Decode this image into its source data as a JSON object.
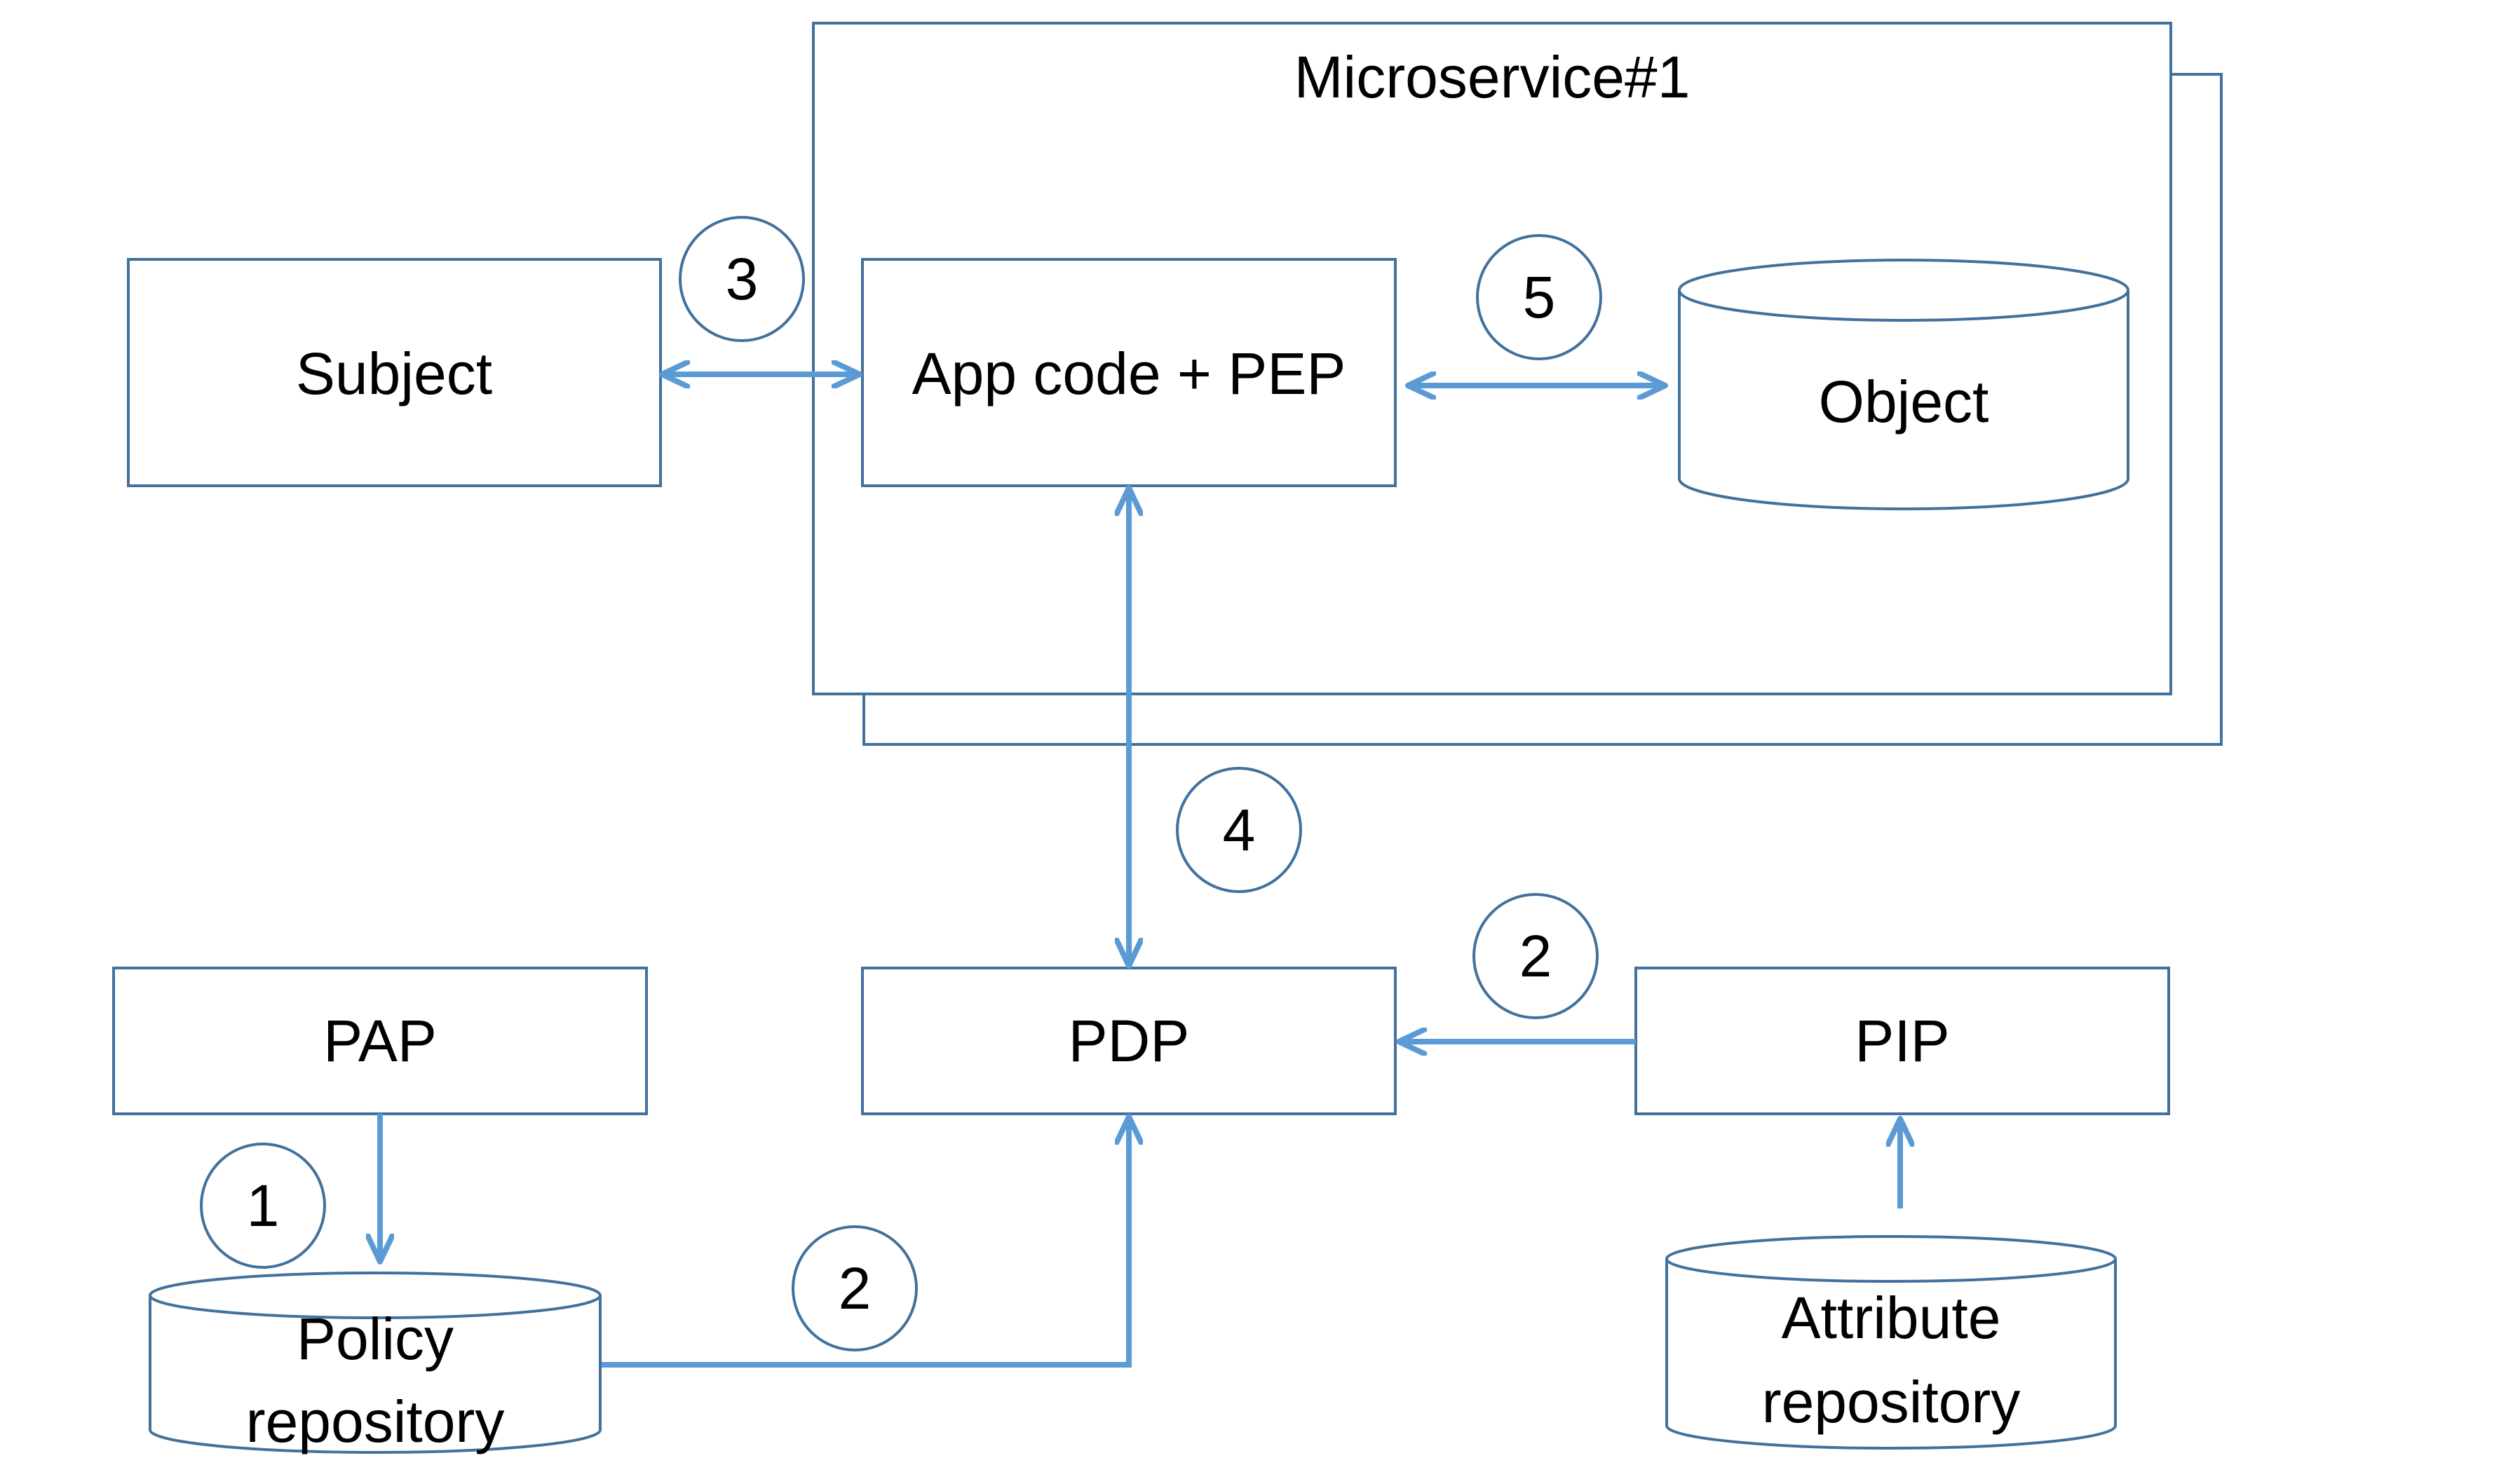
{
  "microservice": {
    "title": "Microservice#1"
  },
  "nodes": {
    "subject": "Subject",
    "app_code_pep": "App code + PEP",
    "object": "Object",
    "pap": "PAP",
    "pdp": "PDP",
    "pip": "PIP",
    "policy_repository": [
      "Policy",
      "repository"
    ],
    "attribute_repository": [
      "Attribute",
      "repository"
    ]
  },
  "steps": {
    "pap_to_policy": "1",
    "policy_to_pdp": "2",
    "pip_to_pdp": "2",
    "subject_app": "3",
    "app_pdp": "4",
    "app_object": "5"
  },
  "colors": {
    "border": "#41719c",
    "arrow": "#5b9bd5",
    "text": "#000000"
  }
}
